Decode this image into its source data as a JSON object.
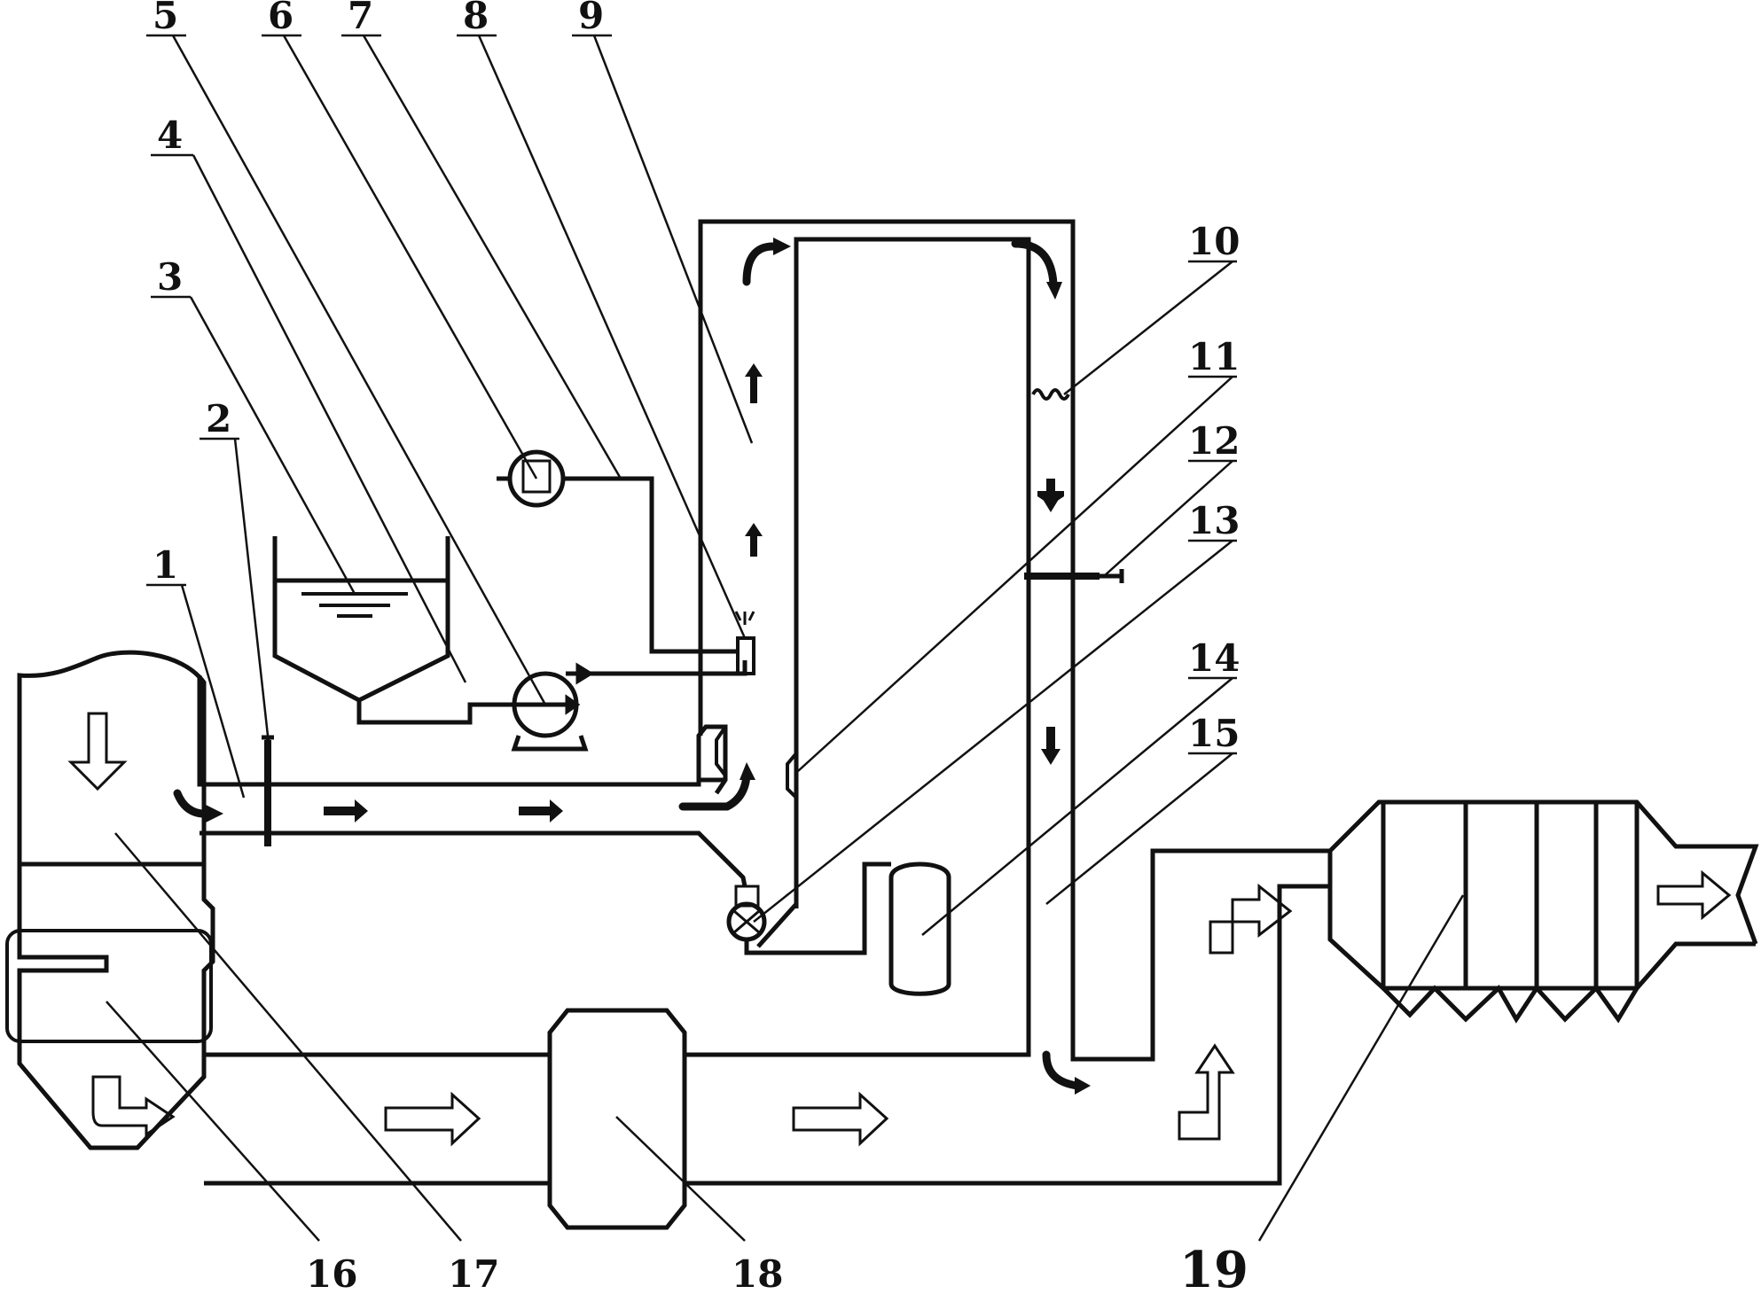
{
  "labels": {
    "l1": "1",
    "l2": "2",
    "l3": "3",
    "l4": "4",
    "l5": "5",
    "l6": "6",
    "l7": "7",
    "l8": "8",
    "l9": "9",
    "l10": "10",
    "l11": "11",
    "l12": "12",
    "l13": "13",
    "l14": "14",
    "l15": "15",
    "l16": "16",
    "l17": "17",
    "l18": "18",
    "l19": "19"
  },
  "colors": {
    "line": "#111111",
    "background": "#ffffff"
  }
}
